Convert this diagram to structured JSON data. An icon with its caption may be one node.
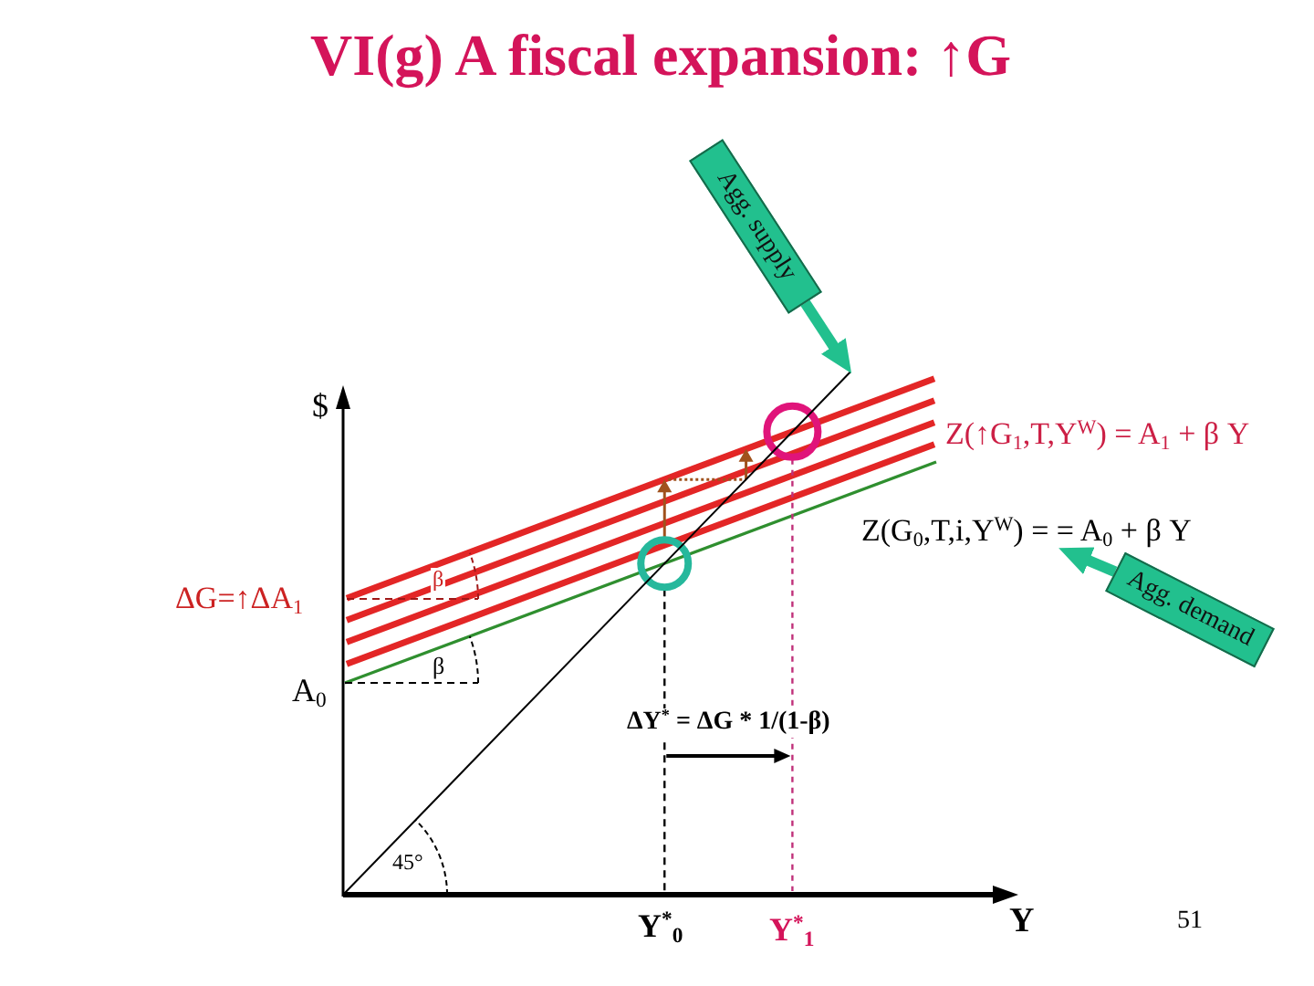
{
  "diagram": {
    "title": "VI(g) A fiscal expansion: ↑G",
    "nodes": [
      {
        "text": [
          "Agg. supply"
        ]
      },
      {
        "text": [],
        "shape": "line"
      },
      {
        "text": [
          "Z(G$_{0}$,T,i,Y$^{W}$) = = A$_{0}$ + β Y"
        ]
      },
      {
        "text": [
          "Agg. demand"
        ]
      }
    ],
    "edges": [
      {
        "from": 0,
        "to": 1,
        "arrow": "to"
      },
      {
        "from": 3,
        "to": 2,
        "arrow": "to"
      }
    ],
    "labels": [
      "$",
      "Z(↑G$_{1}$,T,Y$^{W}$) = A$_{1}$ + β Y",
      "ΔG=↑ΔA$_{1}$",
      "β",
      "β",
      "A$_{0}$",
      "ΔY$^{*}$ = ΔG * 1/(1-β)",
      "45°",
      "Y$^{*}$$_{0}$",
      "Y$^{*}$$_{1}$",
      "Y",
      "51"
    ]
  }
}
